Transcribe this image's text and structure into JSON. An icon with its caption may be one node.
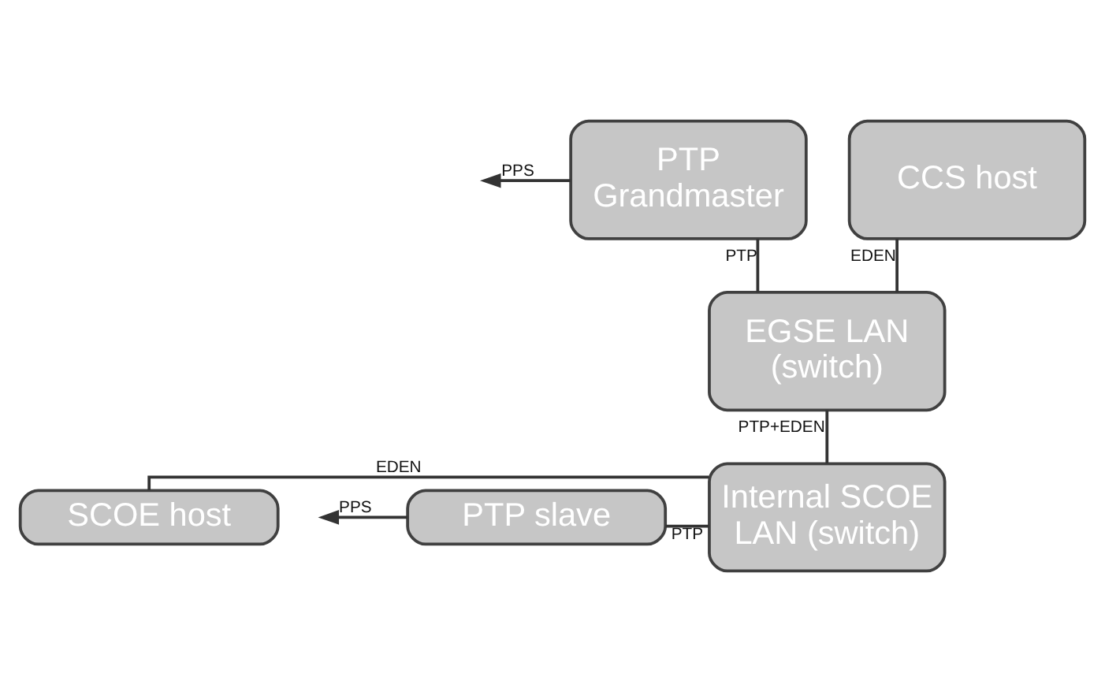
{
  "diagram": {
    "nodes": [
      {
        "text": [
          "PTP Grandmaster"
        ]
      },
      {
        "text": [
          "CCS host"
        ]
      },
      {
        "text": [
          "EGSE LAN (switch)"
        ]
      },
      {
        "text": [
          "SCOE host"
        ]
      },
      {
        "text": [
          "PTP slave"
        ]
      },
      {
        "text": [
          "Internal SCOE LAN (switch)"
        ]
      }
    ],
    "edges": [
      {
        "from": 0,
        "to": null,
        "arrow": "to",
        "label": "PPS"
      },
      {
        "from": 0,
        "to": 2,
        "arrow": "none",
        "label": "PTP"
      },
      {
        "from": 1,
        "to": 2,
        "arrow": "none",
        "label": "EDEN"
      },
      {
        "from": 2,
        "to": 5,
        "arrow": "none",
        "label": "PTP+EDEN"
      },
      {
        "from": 3,
        "to": 5,
        "arrow": "none",
        "label": "EDEN"
      },
      {
        "from": 4,
        "to": 5,
        "arrow": "none",
        "label": "PTP"
      },
      {
        "from": 4,
        "to": null,
        "arrow": "to",
        "label": "PPS"
      }
    ]
  }
}
